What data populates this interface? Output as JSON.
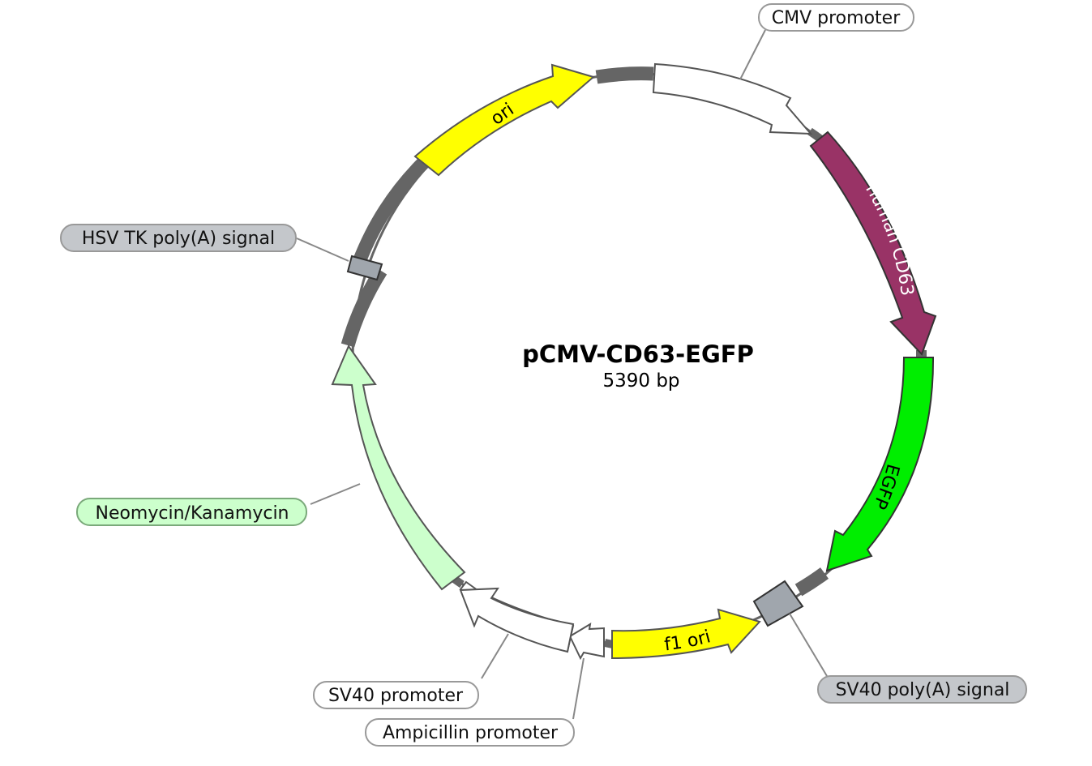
{
  "plasmid": {
    "name": "pCMV-CD63-EGFP",
    "size_label": "5390 bp"
  },
  "features": {
    "ori": {
      "label": "ori",
      "color": "#ffff00",
      "text_color": "#000000"
    },
    "cmv": {
      "label": "CMV promoter",
      "color": "#ffffff"
    },
    "cd63": {
      "label": "human CD63",
      "color": "#993366",
      "text_color": "#ffffff"
    },
    "egfp": {
      "label": "EGFP",
      "color": "#00ee00",
      "text_color": "#000000"
    },
    "sv40pa": {
      "label": "SV40 poly(A) signal",
      "color": "#a0a6ad",
      "label_bg": "#c4c7cb"
    },
    "f1ori": {
      "label": "f1 ori",
      "color": "#ffff00",
      "text_color": "#000000"
    },
    "amppromo": {
      "label": "Ampicillin promoter",
      "color": "#ffffff"
    },
    "sv40promo": {
      "label": "SV40 promoter",
      "color": "#ffffff"
    },
    "neo": {
      "label": "Neomycin/Kanamycin",
      "color": "#ccffcc",
      "label_bg": "#ccffcc"
    },
    "hsvtk": {
      "label": "HSV TK poly(A) signal",
      "color": "#a0a6ad",
      "label_bg": "#c4c7cb"
    }
  }
}
